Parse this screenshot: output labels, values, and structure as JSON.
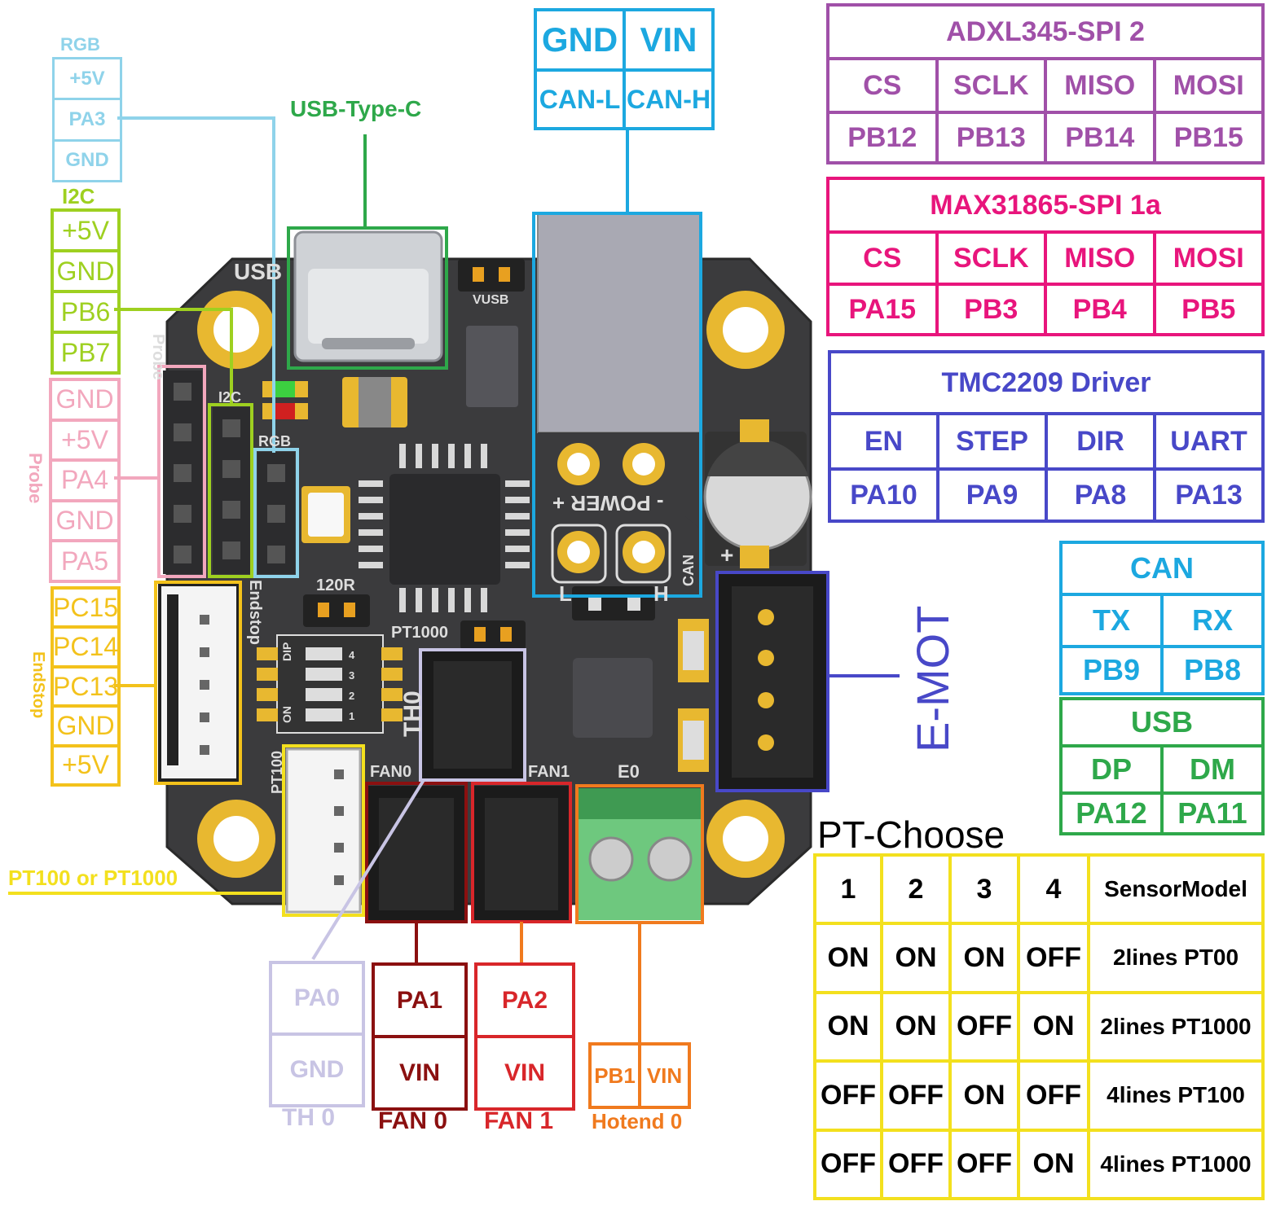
{
  "colors": {
    "rgb": "#8fd3ea",
    "i2c": "#9ed020",
    "probe": "#f2a7bd",
    "endstop": "#f3c21b",
    "usb_c": "#2ea84a",
    "power": "#1ca8e0",
    "adxl": "#a050a8",
    "max": "#e8157c",
    "tmc": "#4848c8",
    "th0": "#c8c4e4",
    "fan0": "#8b1010",
    "fan1": "#d8262a",
    "hotend": "#f07a1e",
    "pt": "#f3e01e",
    "emot": "#4848c8"
  },
  "rgb": {
    "title": "RGB",
    "pins": [
      "+5V",
      "PA3",
      "GND"
    ]
  },
  "i2c": {
    "title": "I2C",
    "pins": [
      "+5V",
      "GND",
      "PB6",
      "PB7"
    ]
  },
  "probe": {
    "title": "Probe",
    "pins": [
      "GND",
      "+5V",
      "PA4",
      "GND",
      "PA5"
    ]
  },
  "endstop": {
    "title": "EndStop",
    "pins": [
      "PC15",
      "PC14",
      "PC13",
      "GND",
      "+5V"
    ]
  },
  "usb_c_label": "USB-Type-C",
  "power": {
    "row1": [
      "GND",
      "VIN"
    ],
    "row2": [
      "CAN-L",
      "CAN-H"
    ]
  },
  "adxl": {
    "title": "ADXL345-SPI 2",
    "names": [
      "CS",
      "SCLK",
      "MISO",
      "MOSI"
    ],
    "pins": [
      "PB12",
      "PB13",
      "PB14",
      "PB15"
    ]
  },
  "max": {
    "title": "MAX31865-SPI 1a",
    "names": [
      "CS",
      "SCLK",
      "MISO",
      "MOSI"
    ],
    "pins": [
      "PA15",
      "PB3",
      "PB4",
      "PB5"
    ]
  },
  "tmc": {
    "title": "TMC2209 Driver",
    "names": [
      "EN",
      "STEP",
      "DIR",
      "UART"
    ],
    "pins": [
      "PA10",
      "PA9",
      "PA8",
      "PA13"
    ]
  },
  "can": {
    "title": "CAN",
    "names": [
      "TX",
      "RX"
    ],
    "pins": [
      "PB9",
      "PB8"
    ]
  },
  "usb": {
    "title": "USB",
    "names": [
      "DP",
      "DM"
    ],
    "pins": [
      "PA12",
      "PA11"
    ]
  },
  "emot": "E-MOT",
  "pt_choose": {
    "title": "PT-Choose",
    "header": [
      "1",
      "2",
      "3",
      "4",
      "SensorModel"
    ],
    "rows": [
      [
        "ON",
        "ON",
        "ON",
        "OFF",
        "2lines PT00"
      ],
      [
        "ON",
        "ON",
        "OFF",
        "ON",
        "2lines PT1000"
      ],
      [
        "OFF",
        "OFF",
        "ON",
        "OFF",
        "4lines PT100"
      ],
      [
        "OFF",
        "OFF",
        "OFF",
        "ON",
        "4lines PT1000"
      ]
    ]
  },
  "pt100_label": "PT100 or PT1000",
  "th0": {
    "pins": [
      "PA0",
      "GND"
    ],
    "caption": "TH 0"
  },
  "fan0": {
    "pins": [
      "PA1",
      "VIN"
    ],
    "caption": "FAN 0"
  },
  "fan1": {
    "pins": [
      "PA2",
      "VIN"
    ],
    "caption": "FAN 1"
  },
  "hotend": {
    "pins": [
      "PB1",
      "VIN"
    ],
    "caption": "Hotend 0"
  },
  "board": {
    "silk_usb": "USB",
    "silk_vusb": "VUSB",
    "silk_probe": "Probe",
    "silk_i2c": "I2C",
    "silk_rgb": "RGB",
    "silk_endstop": "Endstop",
    "silk_120r": "120R",
    "silk_pt1000": "PT1000",
    "silk_th0": "TH0",
    "silk_fan0": "FAN0",
    "silk_fan1": "FAN1",
    "silk_e0": "E0",
    "silk_pt100": "PT100",
    "silk_power": "- POWER +",
    "silk_can": "CAN",
    "silk_l": "L",
    "silk_h": "H",
    "silk_dip": "DIP",
    "silk_on": "ON",
    "dip_nums": [
      "4",
      "3",
      "2",
      "1"
    ],
    "silk_plus": "+"
  }
}
